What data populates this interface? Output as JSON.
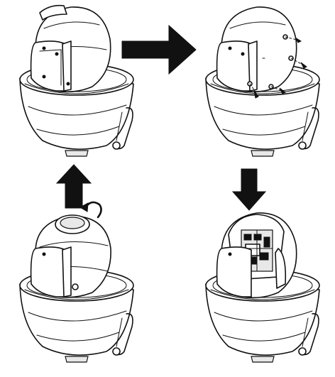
{
  "figure": {
    "panels": [
      {
        "id": "top-left",
        "state": "camera-assembled"
      },
      {
        "id": "top-right",
        "state": "screws-removed"
      },
      {
        "id": "bottom-left",
        "state": "cover-rotated"
      },
      {
        "id": "bottom-right",
        "state": "module-exposed"
      }
    ],
    "arrows": [
      {
        "id": "right",
        "from": "top-left",
        "to": "top-right"
      },
      {
        "id": "down",
        "from": "top-right",
        "to": "bottom-right"
      },
      {
        "id": "up",
        "from": "bottom-left",
        "to": "top-left"
      }
    ],
    "icons": [
      "rotate-arrow-icon",
      "screw-icon"
    ],
    "colors": {
      "ink": "#111111",
      "background": "#ffffff",
      "shade": "#e8e8e8"
    }
  }
}
